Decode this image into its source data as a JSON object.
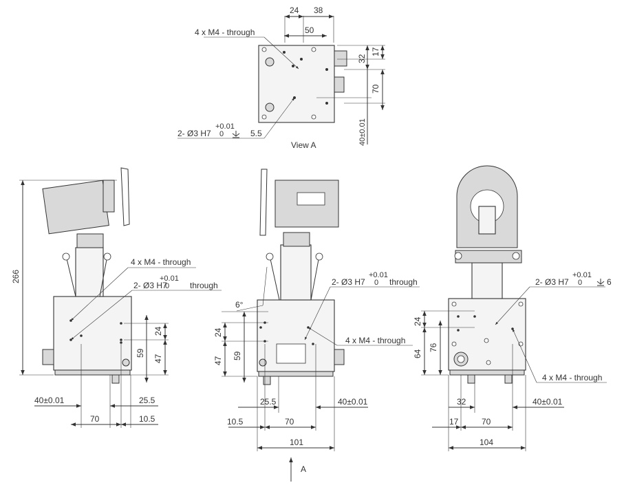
{
  "view_a": {
    "dims": {
      "d24": "24",
      "d38": "38",
      "d50": "50",
      "d17": "17",
      "d32": "32",
      "d70": "70",
      "d40": "40±0.01"
    },
    "thread_note": "4 x M4 - through",
    "pin_note": {
      "prefix": "2- Ø3 H7",
      "tol_upper": "+0.01",
      "tol_lower": "0",
      "depth": "5.5"
    },
    "label": "View A"
  },
  "side_left": {
    "dims": {
      "d266": "266",
      "d24": "24",
      "d47": "47",
      "d59": "59",
      "d40": "40±0.01",
      "d255": "25.5",
      "d70": "70",
      "d105": "10.5"
    },
    "thread_note": "4 x M4 - through",
    "pin_note": {
      "prefix": "2- Ø3 H7",
      "tol_upper": "+0.01",
      "tol_lower": "0",
      "suffix": "through"
    }
  },
  "front_mid": {
    "dims": {
      "angle": "6°",
      "d24": "24",
      "d47": "47",
      "d59": "59",
      "d255": "25.5",
      "d40": "40±0.01",
      "d105": "10.5",
      "d70": "70",
      "d101": "101"
    },
    "thread_note": "4 x M4 - through",
    "pin_note": {
      "prefix": "2- Ø3 H7",
      "tol_upper": "+0.01",
      "tol_lower": "0",
      "suffix": "through"
    },
    "arrow_label": "A"
  },
  "side_right": {
    "dims": {
      "d24": "24",
      "d64": "64",
      "d76": "76",
      "d32": "32",
      "d40": "40±0.01",
      "d17": "17",
      "d70": "70",
      "d104": "104"
    },
    "thread_note": "4 x M4 - through",
    "pin_note": {
      "prefix": "2- Ø3 H7",
      "tol_upper": "+0.01",
      "tol_lower": "0",
      "depth": "6"
    }
  }
}
